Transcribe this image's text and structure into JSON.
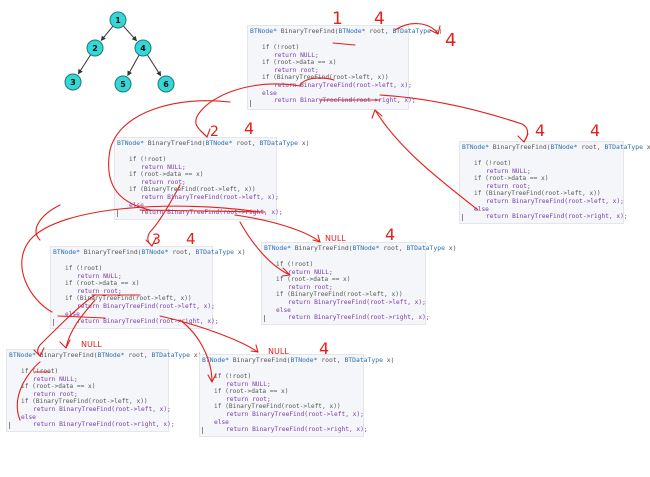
{
  "tree": {
    "nodes": [
      {
        "id": "1",
        "label": "1"
      },
      {
        "id": "2",
        "label": "2"
      },
      {
        "id": "4",
        "label": "4"
      },
      {
        "id": "3",
        "label": "3"
      },
      {
        "id": "5",
        "label": "5"
      },
      {
        "id": "6",
        "label": "6"
      }
    ],
    "edges": [
      [
        "1",
        "2"
      ],
      [
        "1",
        "4"
      ],
      [
        "2",
        "3"
      ],
      [
        "4",
        "5"
      ],
      [
        "4",
        "6"
      ]
    ]
  },
  "code": {
    "header_type": "BTNode*",
    "header_fn": "BinaryTreeFind",
    "header_param1_type": "BTNode*",
    "header_param1": "root,",
    "header_param2_type": "BTDataType",
    "header_param2": "x)",
    "line1": "if (!root)",
    "line2": "return NULL;",
    "line3": "if (root->data == x)",
    "line4": "return root;",
    "line5": "if (BinaryTreeFind(root->left, x))",
    "line6": "return BinaryTreeFind(root->left, x);",
    "line7": "else",
    "line8": "return BinaryTreeFind(root->right, x);"
  },
  "annotations": {
    "top_1": "1",
    "top_4": "4",
    "top_right_4": "4",
    "mid_left_2": "2",
    "mid_left_4": "4",
    "mid_right_4a": "4",
    "mid_right_4b": "4",
    "third_3": "3",
    "third_4": "4",
    "null_1": "NULL",
    "null_1_4": "4",
    "null_2": "NULL",
    "null_3": "NULL",
    "null_3_4": "4"
  }
}
